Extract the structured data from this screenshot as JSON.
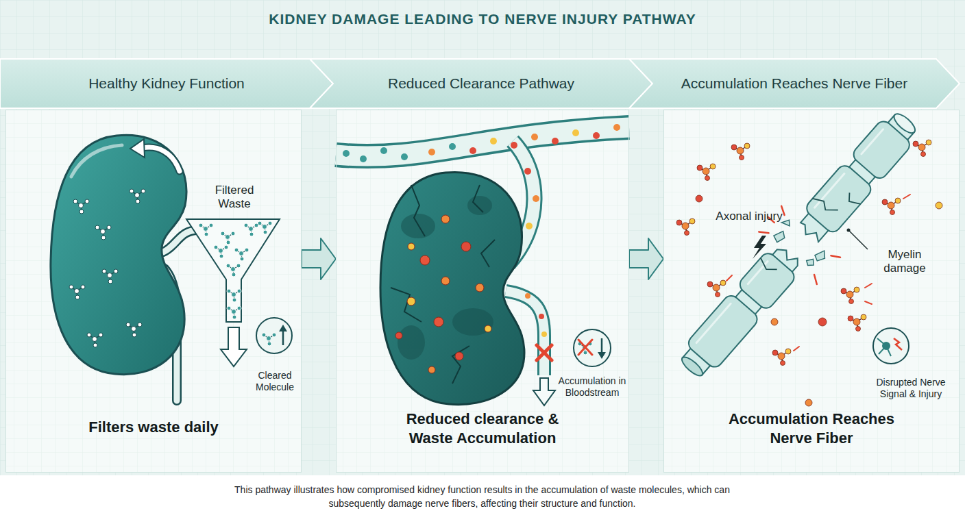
{
  "diagram": {
    "title": "KIDNEY DAMAGE LEADING TO NERVE INJURY PATHWAY",
    "caption": "This pathway illustrates how compromised kidney function results in the accumulation of waste molecules, which can subsequently damage nerve fibers, affecting their structure and function.",
    "nodes": [
      {
        "text": [
          "Healthy Kidney Function"
        ]
      },
      {
        "text": [
          "Reduced Clearance Pathway"
        ]
      },
      {
        "text": [
          "Accumulation Reaches Nerve Fiber"
        ]
      },
      {
        "text": [
          "Filters waste daily"
        ]
      },
      {
        "text": [
          "Reduced clearance & Waste Accumulation"
        ]
      },
      {
        "text": [
          "Accumulation Reaches Nerve Fiber"
        ]
      }
    ],
    "edges": [
      {
        "from": 3,
        "to": 4,
        "arrow": "to"
      },
      {
        "from": 4,
        "to": 5,
        "arrow": "to"
      }
    ],
    "labels": [
      "Filtered Waste",
      "Cleared Molecule",
      "Accumulation in Bloodstream",
      "Axonal injury",
      "Myelin damage",
      "Disrupted Nerve Signal & Injury"
    ]
  }
}
